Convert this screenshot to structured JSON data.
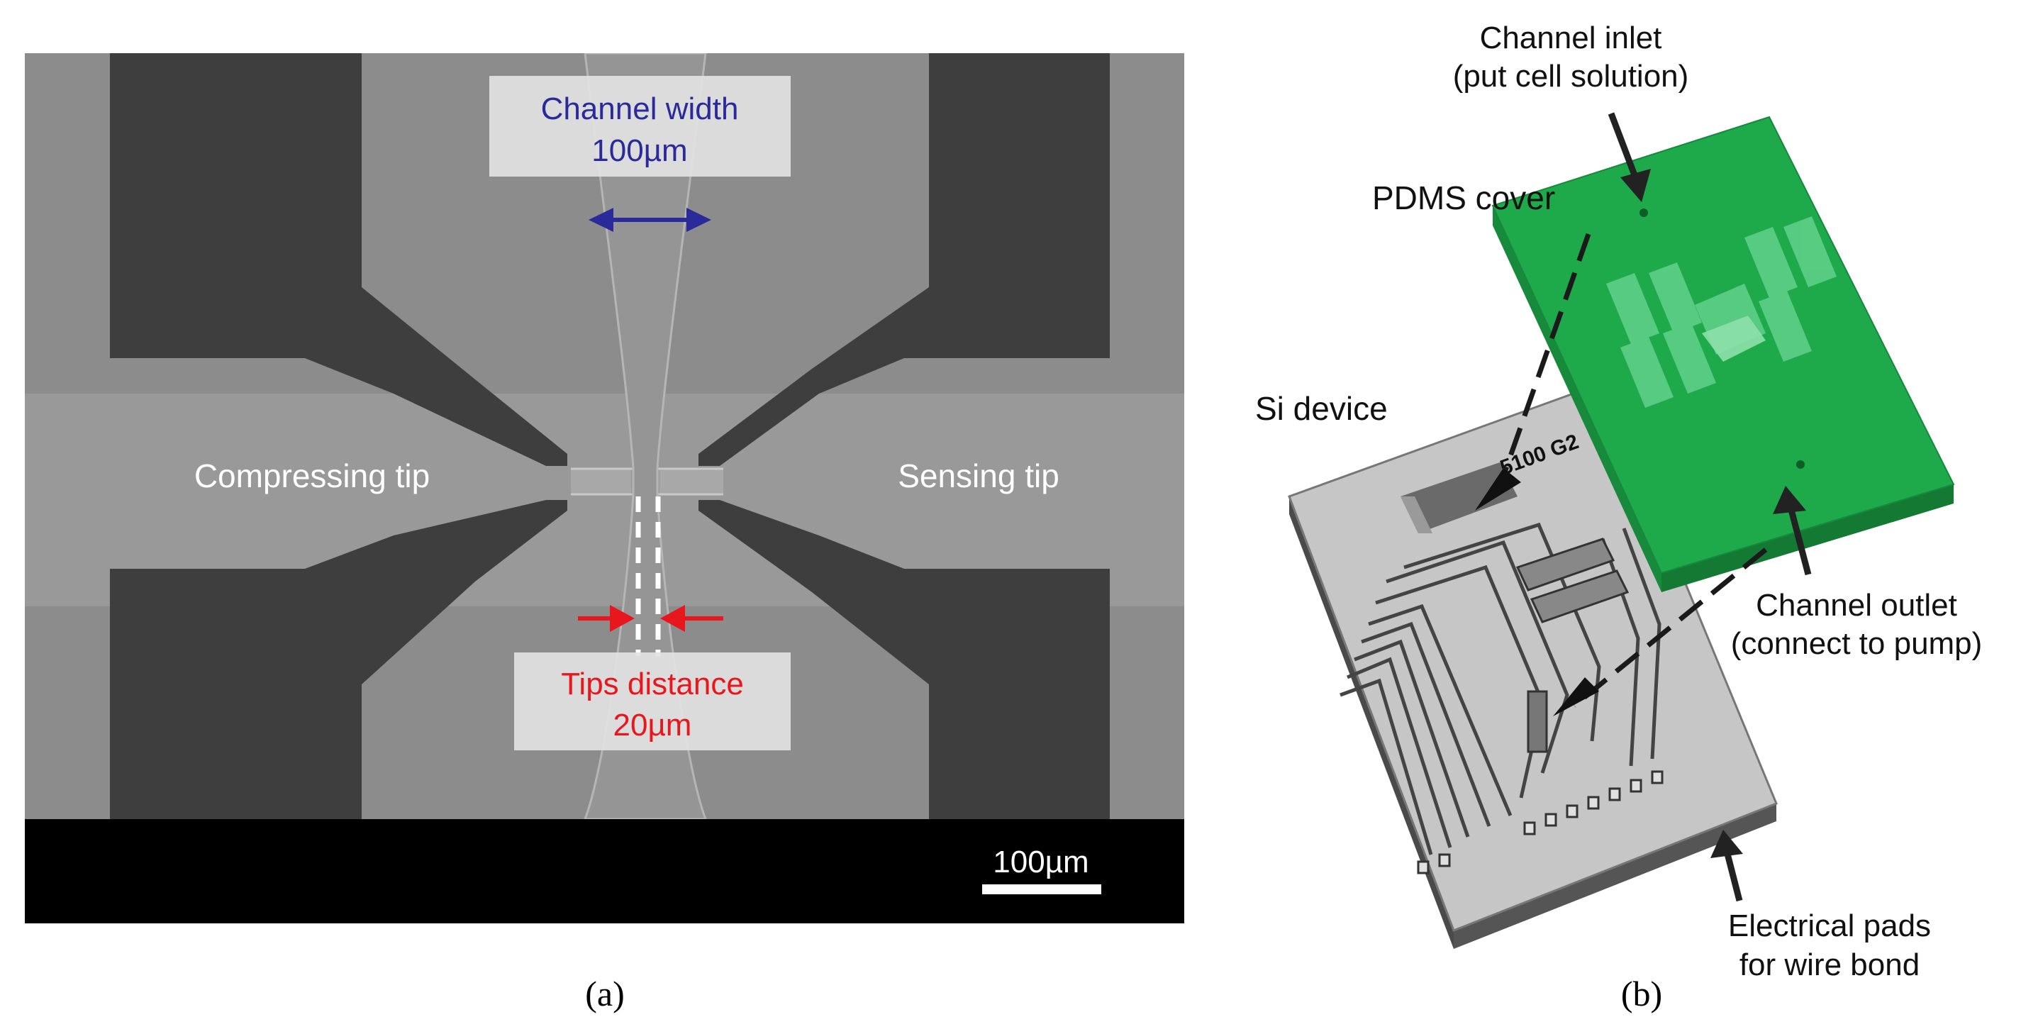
{
  "panel_a": {
    "channel_width_title": "Channel width",
    "channel_width_value": "100µm",
    "compressing_tip": "Compressing tip",
    "sensing_tip": "Sensing tip",
    "tips_distance_title": "Tips distance",
    "tips_distance_value": "20µm",
    "scale_bar_label": "100µm",
    "caption": "(a)"
  },
  "panel_b": {
    "channel_inlet_line1": "Channel inlet",
    "channel_inlet_line2": "(put cell solution)",
    "pdms_cover": "PDMS cover",
    "si_device": "Si device",
    "channel_outlet_line1": "Channel outlet",
    "channel_outlet_line2": "(connect to pump)",
    "pads_line1": "Electrical pads",
    "pads_line2": "for wire bond",
    "chip_marking": "5100 G2",
    "caption": "(b)"
  },
  "colors": {
    "channel_width_text": "#2a2a9a",
    "tips_distance_text": "#e8161d",
    "pdms_green": "#1ea94b",
    "sem_background": "#8c8c8c",
    "electrode_dark": "#3e3e3e"
  }
}
